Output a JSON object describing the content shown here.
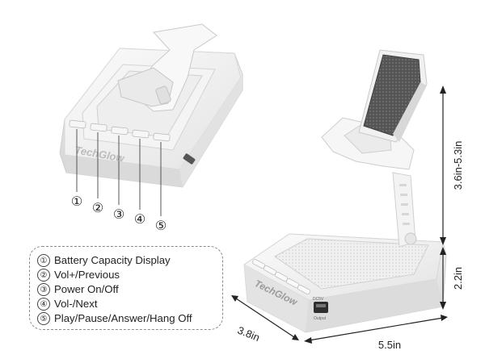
{
  "brand": "TechGlow",
  "button_numbers": [
    "①",
    "②",
    "③",
    "④",
    "⑤"
  ],
  "legend": [
    {
      "num": "①",
      "text": "Battery Capacity Display"
    },
    {
      "num": "②",
      "text": "Vol+/Previous"
    },
    {
      "num": "③",
      "text": "Power On/Off"
    },
    {
      "num": "④",
      "text": "Vol-/Next"
    },
    {
      "num": "⑤",
      "text": "Play/Pause/Answer/Hang Off"
    }
  ],
  "dimensions": {
    "height_stand": "3.6in-5.3in",
    "height_base": "2.2in",
    "width": "5.5in",
    "depth": "3.8in"
  },
  "port_labels": {
    "top": "DC5V",
    "bottom": "Output"
  }
}
